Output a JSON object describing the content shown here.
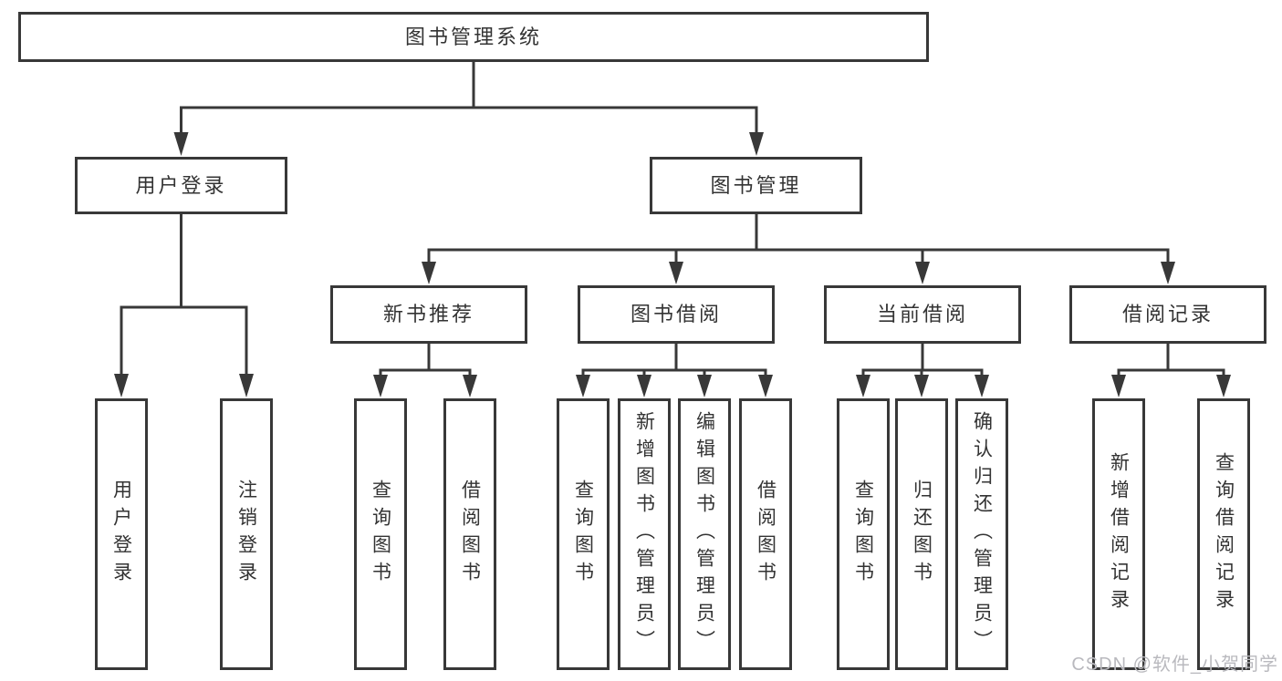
{
  "nodes": {
    "root": {
      "label": "图书管理系统"
    },
    "user_login": {
      "label": "用户登录",
      "children": [
        "用户登录",
        "注销登录"
      ]
    },
    "book_mgmt": {
      "label": "图书管理"
    },
    "new_book_rec": {
      "label": "新书推荐",
      "children": [
        "查询图书",
        "借阅图书"
      ]
    },
    "book_borrow": {
      "label": "图书借阅",
      "children": [
        "查询图书",
        "新增图书（管理员）",
        "编辑图书（管理员）",
        "借阅图书"
      ]
    },
    "current_borrow": {
      "label": "当前借阅",
      "children": [
        "查询图书",
        "归还图书",
        "确认归还（管理员）"
      ]
    },
    "borrow_records": {
      "label": "借阅记录",
      "children": [
        "新增借阅记录",
        "查询借阅记录"
      ]
    }
  },
  "watermark": {
    "text": "CSDN @软件_小贺同学"
  },
  "colors": {
    "line": "#383838",
    "text": "#333333",
    "watermark": "#b9b9be",
    "background": "#ffffff"
  }
}
